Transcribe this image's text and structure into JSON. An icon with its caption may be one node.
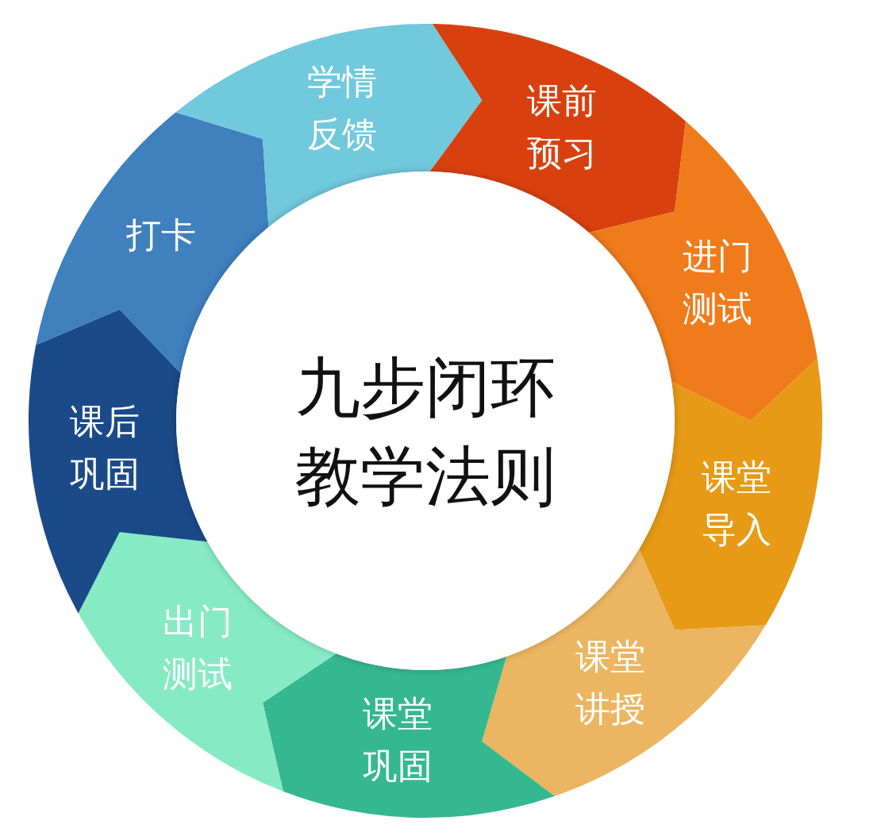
{
  "diagram": {
    "nodes": [
      {
        "text": [
          "九步闭环教学法则"
        ]
      },
      {
        "text": [
          "课前预习"
        ]
      },
      {
        "text": [
          "进门测试"
        ]
      },
      {
        "text": [
          "课堂导入"
        ]
      },
      {
        "text": [
          "课堂讲授"
        ]
      },
      {
        "text": [
          "课堂巩固"
        ]
      },
      {
        "text": [
          "出门测试"
        ]
      },
      {
        "text": [
          "课后巩固"
        ]
      },
      {
        "text": [
          "打卡"
        ]
      },
      {
        "text": [
          "学情反馈"
        ]
      }
    ]
  }
}
